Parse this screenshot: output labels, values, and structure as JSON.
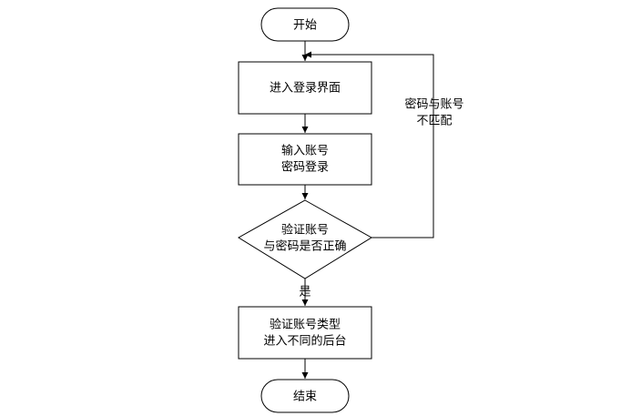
{
  "nodes": {
    "start": {
      "text": "开始"
    },
    "login_screen": {
      "text": "进入登录界面"
    },
    "input_credentials": {
      "line1": "输入账号",
      "line2": "密码登录"
    },
    "verify": {
      "line1": "验证账号",
      "line2": "与密码是否正确"
    },
    "backend": {
      "line1": "验证账号类型",
      "line2": "进入不同的后台"
    },
    "end": {
      "text": "结束"
    }
  },
  "edges": {
    "yes_label": "是",
    "mismatch_label": {
      "line1": "密码与账号",
      "line2": "不匹配"
    }
  }
}
